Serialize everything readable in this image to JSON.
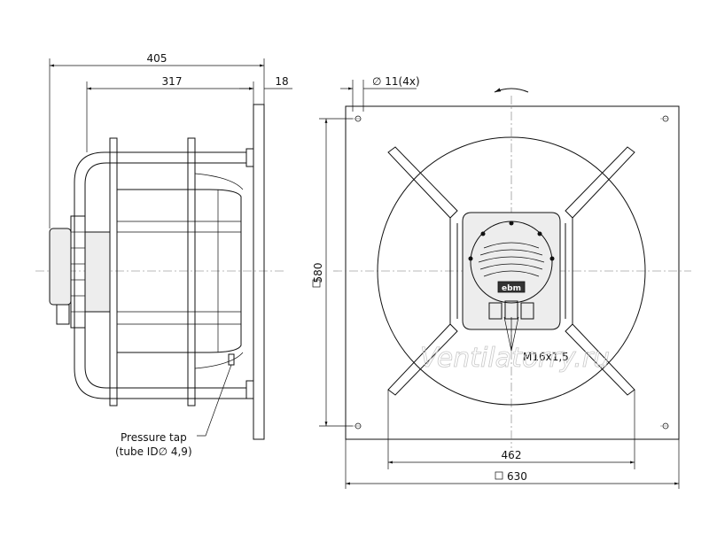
{
  "side_view": {
    "dim_total": "405",
    "dim_inner": "317",
    "dim_plate": "18",
    "pressure_tap_line1": "Pressure tap",
    "pressure_tap_line2": "(tube ID∅ 4,9)"
  },
  "front_view": {
    "hole_label": "∅ 11(4x)",
    "height_label": "580",
    "bolt_label": "M16x1,5",
    "span_label": "462",
    "width_label": "630"
  },
  "brand": {
    "motor_logo": "ebm",
    "watermark": "Ventilatorry.ru"
  }
}
